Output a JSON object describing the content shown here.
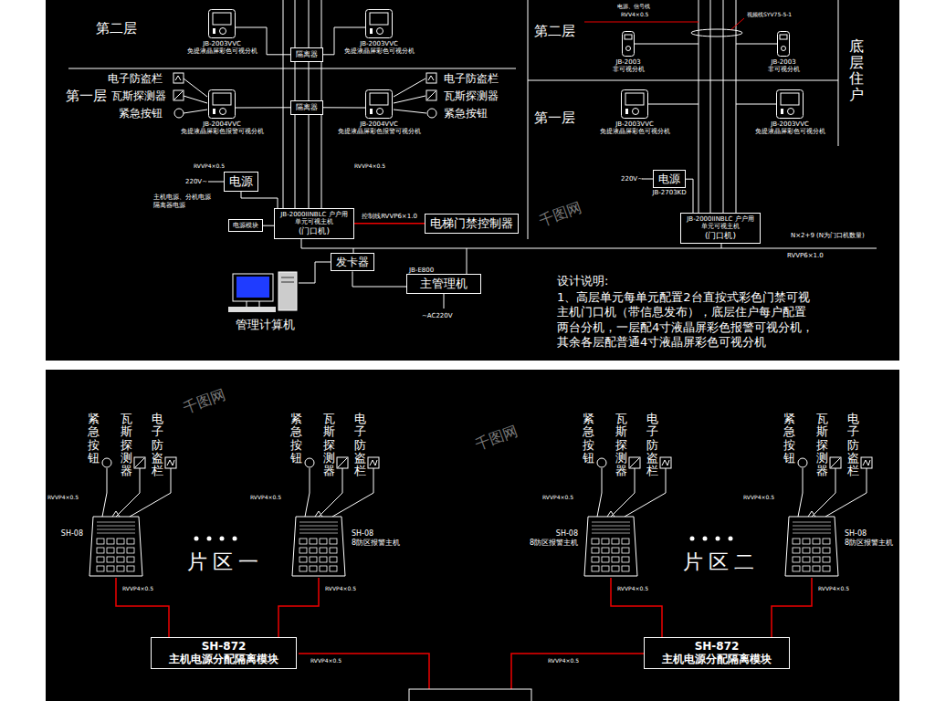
{
  "diagram": {
    "nodes": [
      {
        "text": [
          "JB-2003VVC",
          "免提液晶屏彩色可视分机"
        ]
      },
      {
        "text": [
          "隔离器"
        ]
      },
      {
        "text": [
          "JB-2003VVC",
          "免提液晶屏彩色可视分机"
        ]
      },
      {
        "text": [
          "JB-2004VVC",
          "免提液晶屏彩色报警可视分机"
        ]
      },
      {
        "text": [
          "隔离器"
        ]
      },
      {
        "text": [
          "JB-2004VVC",
          "免提液晶屏彩色报警可视分机"
        ]
      },
      {
        "text": [
          "电源"
        ]
      },
      {
        "text": [
          "电源模块"
        ]
      },
      {
        "text": [
          "JB-2000IINBLC 户户用单元可视主机",
          "(门口机)"
        ]
      },
      {
        "text": [
          "电梯门禁控制器"
        ]
      },
      {
        "text": [
          "发卡器"
        ]
      },
      {
        "text": [
          "JB-E800",
          "主管理机"
        ]
      },
      {
        "text": [
          "JB-2003",
          "非可视分机"
        ]
      },
      {
        "text": [
          "JB-2003",
          "非可视分机"
        ]
      },
      {
        "text": [
          "JB-2003VVC",
          "免提液晶屏彩色可视分机"
        ]
      },
      {
        "text": [
          "JB-2003VVC",
          "免提液晶屏彩色可视分机"
        ]
      },
      {
        "text": [
          "电源",
          "JB-2703KD"
        ]
      },
      {
        "text": [
          "JB-2000IINBLC 户户用单元可视主机",
          "(门口机)"
        ]
      },
      {
        "text": [
          "SH-08"
        ]
      },
      {
        "text": [
          "SH-08",
          "8防区报警主机"
        ]
      },
      {
        "text": [
          "SH-08",
          "8防区报警主机"
        ]
      },
      {
        "text": [
          "SH-08",
          "8防区报警主机"
        ]
      },
      {
        "text": [
          "SH-872",
          "主机电源分配隔离模块"
        ]
      },
      {
        "text": [
          "SH-872",
          "主机电源分配隔离模块"
        ]
      }
    ],
    "edges": [
      {
        "from": 0,
        "to": 1,
        "arrow": "none"
      },
      {
        "from": 1,
        "to": 2,
        "arrow": "none"
      },
      {
        "from": 3,
        "to": 4,
        "arrow": "none"
      },
      {
        "from": 4,
        "to": 5,
        "arrow": "none"
      },
      {
        "from": 6,
        "to": 8,
        "arrow": "none"
      },
      {
        "from": 7,
        "to": 8,
        "arrow": "none"
      },
      {
        "from": 8,
        "to": 9,
        "label": "控制线RVVP6×1.0",
        "arrow": "none"
      },
      {
        "from": 8,
        "to": 11,
        "arrow": "none"
      },
      {
        "from": 10,
        "to": 11,
        "arrow": "none"
      },
      {
        "from": 16,
        "to": 17,
        "arrow": "none"
      },
      {
        "from": 18,
        "to": 22,
        "arrow": "none"
      },
      {
        "from": 19,
        "to": 22,
        "arrow": "none"
      },
      {
        "from": 20,
        "to": 23,
        "arrow": "none"
      },
      {
        "from": 21,
        "to": 23,
        "arrow": "none"
      }
    ],
    "labels": [
      "第二层",
      "第一层",
      "电子防盗栏",
      "瓦斯探测器",
      "紧急按钮",
      "电子防盗栏",
      "瓦斯探测器",
      "紧急按钮",
      "RVVP4×0.5",
      "RVVP4×0.5",
      "220V~",
      "主机电源、分机电源 隔离器电源",
      "~AC220V",
      "管理计算机",
      "第二层",
      "第一层",
      "电源、信号线",
      "RVV4×0.5",
      "视频线SYV75-5-1",
      "底层住户",
      "220V~",
      "N×2+9 (N为门口机数量)",
      "RVVP6×1.0",
      "设计说明:",
      "1、高层单元每单元配置2台直按式彩色门禁可视主机门口机（带信息发布），底层住户每户配置两台分机，一层配4寸液晶屏彩色报警可视分机，其余各层配普通4寸液晶屏彩色可视分机",
      "紧急按钮",
      "瓦斯探测器",
      "电子防盗栏",
      "紧急按钮",
      "瓦斯探测器",
      "电子防盗栏",
      "紧急按钮",
      "瓦斯探测器",
      "电子防盗栏",
      "紧急按钮",
      "瓦斯探测器",
      "电子防盗栏",
      "片区一",
      "片区二",
      "RVVP4×0.5",
      "RVVP4×0.5",
      "RVVP4×0.5",
      "RVVP4×0.5",
      "RVVP4×0.5",
      "RVVP4×0.5",
      "RVVP4×0.5",
      "RVVP4×0.5",
      "RVVP4×0.5",
      "RVVP4×0.5",
      "千图网",
      "千图网",
      "千图网"
    ]
  }
}
